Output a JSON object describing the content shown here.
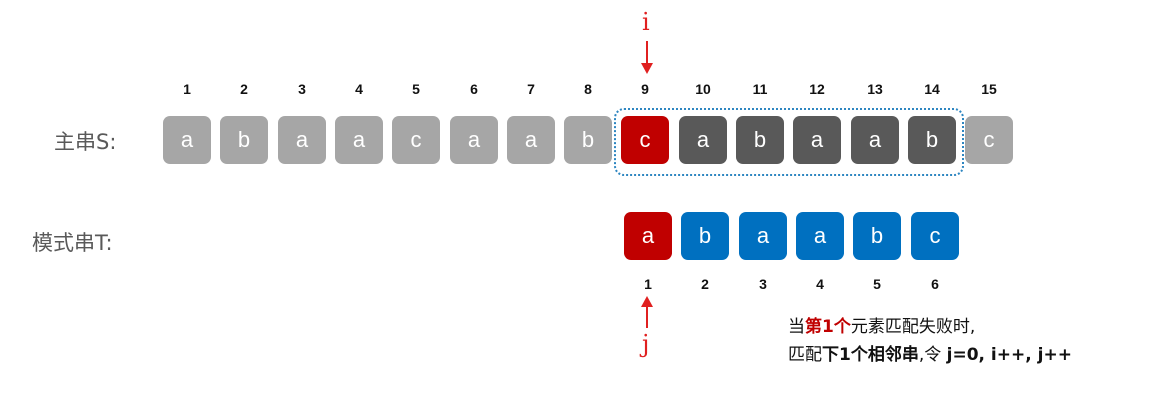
{
  "main_string": {
    "label": "主串S:",
    "indices": [
      "1",
      "2",
      "3",
      "4",
      "5",
      "6",
      "7",
      "8",
      "9",
      "10",
      "11",
      "12",
      "13",
      "14",
      "15"
    ],
    "chars": [
      "a",
      "b",
      "a",
      "a",
      "c",
      "a",
      "a",
      "b",
      "c",
      "a",
      "b",
      "a",
      "a",
      "b",
      "c"
    ],
    "styles": [
      "light",
      "light",
      "light",
      "light",
      "light",
      "light",
      "light",
      "light",
      "red",
      "dark",
      "dark",
      "dark",
      "dark",
      "dark",
      "light"
    ]
  },
  "pattern_string": {
    "label": "模式串T:",
    "indices": [
      "1",
      "2",
      "3",
      "4",
      "5",
      "6"
    ],
    "chars": [
      "a",
      "b",
      "a",
      "a",
      "b",
      "c"
    ],
    "styles": [
      "red",
      "blue",
      "blue",
      "blue",
      "blue",
      "blue"
    ]
  },
  "pointers": {
    "i_label": "i",
    "j_label": "j"
  },
  "note": {
    "line1_prefix": "当",
    "line1_highlight": "第1个",
    "line1_suffix": "元素匹配失败时,",
    "line2_prefix": "匹配",
    "line2_bold": "下1个相邻串",
    "line2_mid": ",令 ",
    "line2_code": "j=0, i++, j++"
  },
  "colors": {
    "light": "#a6a6a6",
    "dark": "#595959",
    "mismatch": "#c00000",
    "pattern": "#0070c0",
    "pointer": "#e02020",
    "window": "#2e86c1"
  }
}
